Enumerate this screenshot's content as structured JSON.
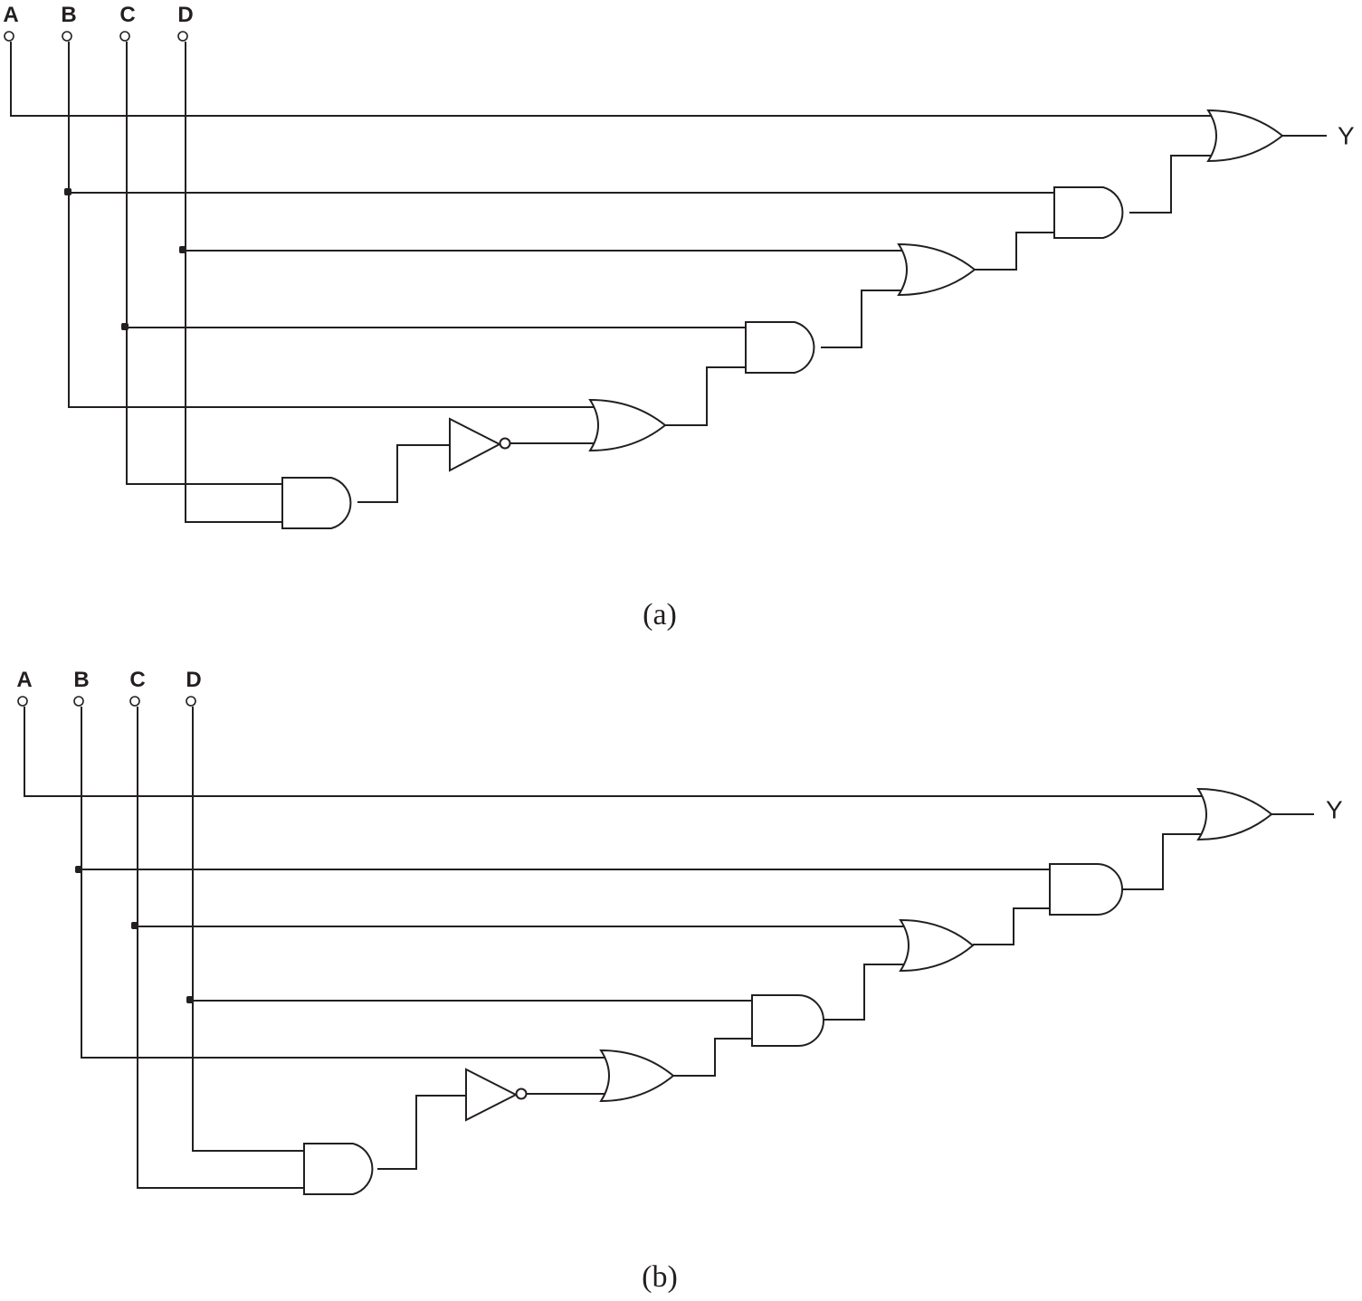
{
  "colors": {
    "ink": "#231f20",
    "background": "#ffffff"
  },
  "circuit_a": {
    "caption": "(a)",
    "inputs": [
      {
        "name": "A"
      },
      {
        "name": "B"
      },
      {
        "name": "C"
      },
      {
        "name": "D"
      }
    ],
    "output": "Y",
    "gates": [
      {
        "id": "and1",
        "type": "AND",
        "inputs": [
          "C",
          "D"
        ]
      },
      {
        "id": "not1",
        "type": "NOT",
        "inputs": [
          "and1"
        ]
      },
      {
        "id": "or1",
        "type": "OR",
        "inputs": [
          "B",
          "not1"
        ]
      },
      {
        "id": "and2",
        "type": "AND",
        "inputs": [
          "C",
          "or1"
        ]
      },
      {
        "id": "or2",
        "type": "OR",
        "inputs": [
          "D",
          "and2"
        ]
      },
      {
        "id": "and3",
        "type": "AND",
        "inputs": [
          "B",
          "or2"
        ]
      },
      {
        "id": "or3",
        "type": "OR",
        "inputs": [
          "A",
          "and3"
        ]
      }
    ]
  },
  "circuit_b": {
    "caption": "(b)",
    "inputs": [
      {
        "name": "A"
      },
      {
        "name": "B"
      },
      {
        "name": "C"
      },
      {
        "name": "D"
      }
    ],
    "output": "Y",
    "gates": [
      {
        "id": "and1",
        "type": "AND",
        "inputs": [
          "D",
          "C"
        ]
      },
      {
        "id": "not1",
        "type": "NOT",
        "inputs": [
          "and1"
        ]
      },
      {
        "id": "or1",
        "type": "OR",
        "inputs": [
          "B",
          "not1"
        ]
      },
      {
        "id": "and2",
        "type": "AND",
        "inputs": [
          "D",
          "or1"
        ]
      },
      {
        "id": "or2",
        "type": "OR",
        "inputs": [
          "C",
          "and2"
        ]
      },
      {
        "id": "and3",
        "type": "AND",
        "inputs": [
          "B",
          "or2"
        ]
      },
      {
        "id": "or3",
        "type": "OR",
        "inputs": [
          "A",
          "and3"
        ]
      }
    ]
  }
}
